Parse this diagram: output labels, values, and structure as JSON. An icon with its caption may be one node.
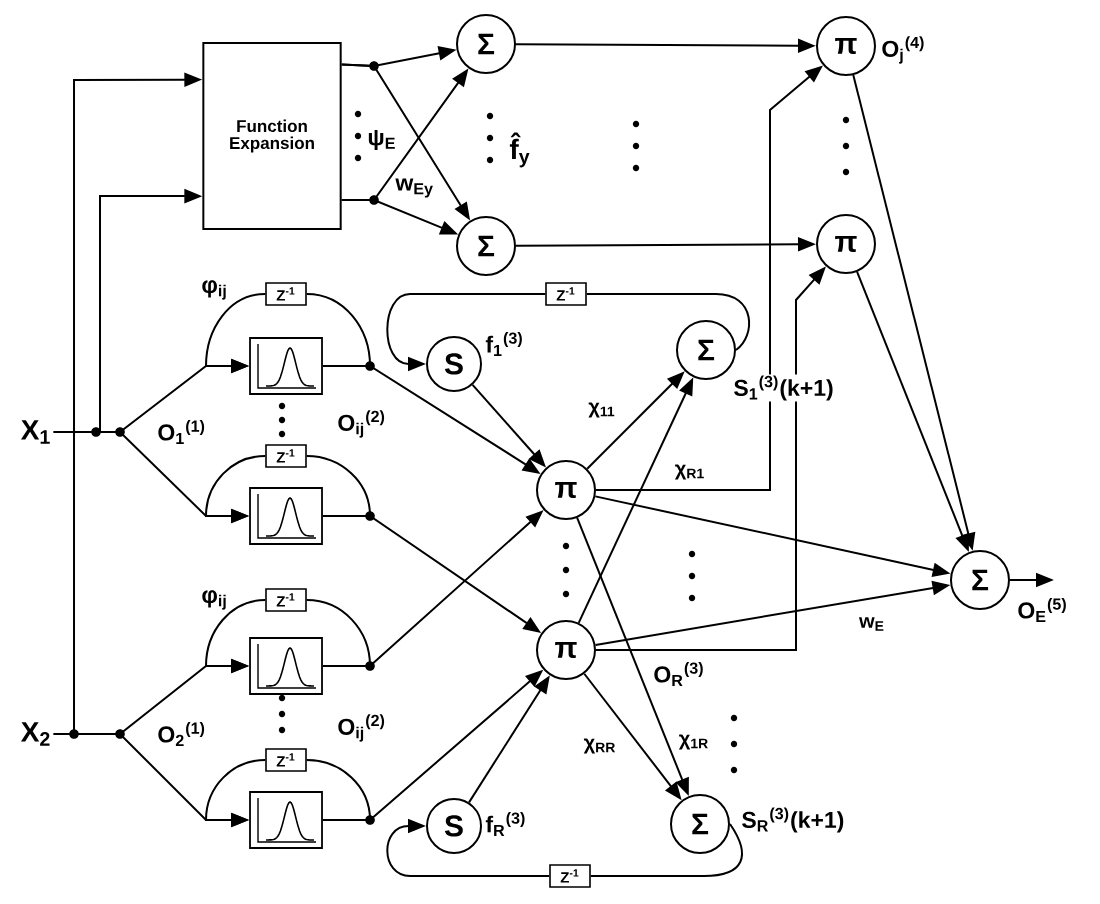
{
  "diagram": {
    "nodes": [
      {
        "text": [
          "X$_{1}$"
        ]
      },
      {
        "text": [
          "X$_{2}$"
        ]
      },
      {
        "text": [
          "Function Expansion"
        ]
      },
      {
        "text": [
          "Σ"
        ]
      },
      {
        "text": [
          "Σ"
        ]
      },
      {
        "text": [
          "π"
        ],
        "beside": [
          "O$_{j}$$^{(4)}$"
        ]
      },
      {
        "text": [
          "π"
        ]
      },
      {
        "text": [
          "Z$^{-1}$"
        ]
      },
      {
        "text": [],
        "shape": "box"
      },
      {
        "text": [
          "Z$^{-1}$"
        ]
      },
      {
        "text": [],
        "shape": "box"
      },
      {
        "text": [
          "Z$^{-1}$"
        ]
      },
      {
        "text": [],
        "shape": "box"
      },
      {
        "text": [
          "Z$^{-1}$"
        ]
      },
      {
        "text": [],
        "shape": "box"
      },
      {
        "text": [
          "S"
        ],
        "beside": [
          "f$_{1}$$^{(3)}$"
        ]
      },
      {
        "text": [
          "Z$^{-1}$"
        ]
      },
      {
        "text": [
          "Σ"
        ],
        "beside": [
          "S$_{1}$$^{(3)}$(k+1)"
        ]
      },
      {
        "text": [
          "π"
        ]
      },
      {
        "text": [
          "π"
        ]
      },
      {
        "text": [
          "Σ"
        ],
        "beside": [
          "S$_{R}$$^{(3)}$(k+1)"
        ]
      },
      {
        "text": [
          "S"
        ],
        "beside": [
          "f$_{R}$$^{(3)}$"
        ]
      },
      {
        "text": [
          "Z$^{-1}$"
        ]
      },
      {
        "text": [
          "Σ"
        ],
        "beside": [
          "O$_{E}$$^{(5)}$"
        ]
      }
    ],
    "edges": [
      {
        "from": 0,
        "to": 2,
        "arrow": "to"
      },
      {
        "from": 1,
        "to": 2,
        "arrow": "to"
      },
      {
        "from": 2,
        "to": 3,
        "arrow": "to"
      },
      {
        "from": 2,
        "to": 4,
        "arrow": "to"
      },
      {
        "from": 2,
        "to": 3,
        "arrow": "to"
      },
      {
        "from": 2,
        "to": 4,
        "arrow": "to"
      },
      {
        "from": 3,
        "to": 5,
        "arrow": "to"
      },
      {
        "from": 4,
        "to": 6,
        "arrow": "to"
      },
      {
        "from": 0,
        "to": 8,
        "arrow": "to"
      },
      {
        "from": 0,
        "to": 10,
        "arrow": "to"
      },
      {
        "from": 1,
        "to": 12,
        "arrow": "to"
      },
      {
        "from": 1,
        "to": 14,
        "arrow": "to"
      },
      {
        "from": 8,
        "to": 7,
        "arrow": "none"
      },
      {
        "from": 7,
        "to": 8,
        "arrow": "to"
      },
      {
        "from": 10,
        "to": 9,
        "arrow": "none"
      },
      {
        "from": 9,
        "to": 10,
        "arrow": "to"
      },
      {
        "from": 12,
        "to": 11,
        "arrow": "none"
      },
      {
        "from": 11,
        "to": 12,
        "arrow": "to"
      },
      {
        "from": 14,
        "to": 13,
        "arrow": "none"
      },
      {
        "from": 13,
        "to": 14,
        "arrow": "to"
      },
      {
        "from": 8,
        "to": 18,
        "arrow": "to"
      },
      {
        "from": 10,
        "to": 19,
        "arrow": "to"
      },
      {
        "from": 12,
        "to": 18,
        "arrow": "to"
      },
      {
        "from": 14,
        "to": 19,
        "arrow": "to"
      },
      {
        "from": 15,
        "to": 18,
        "arrow": "to"
      },
      {
        "from": 21,
        "to": 19,
        "arrow": "to"
      },
      {
        "from": 18,
        "to": 17,
        "arrow": "to",
        "label": "χ$_{11}$"
      },
      {
        "from": 19,
        "to": 17,
        "arrow": "to",
        "label": "χ$_{R1}$"
      },
      {
        "from": 18,
        "to": 20,
        "arrow": "to",
        "label": "χ$_{1R}$"
      },
      {
        "from": 19,
        "to": 20,
        "arrow": "to",
        "label": "χ$_{RR}$"
      },
      {
        "from": 17,
        "to": 16,
        "arrow": "none"
      },
      {
        "from": 16,
        "to": 15,
        "arrow": "to"
      },
      {
        "from": 20,
        "to": 22,
        "arrow": "none"
      },
      {
        "from": 22,
        "to": 21,
        "arrow": "to"
      },
      {
        "from": 18,
        "to": 5,
        "arrow": "to"
      },
      {
        "from": 19,
        "to": 6,
        "arrow": "to"
      },
      {
        "from": 18,
        "to": 23,
        "arrow": "to"
      },
      {
        "from": 19,
        "to": 23,
        "arrow": "to",
        "label": "w$_{E}$"
      },
      {
        "from": 5,
        "to": 23,
        "arrow": "to"
      },
      {
        "from": 6,
        "to": 23,
        "arrow": "to"
      },
      {
        "from": 23,
        "to": null,
        "arrow": "to"
      }
    ],
    "labels": [
      "ψ$_{E}$",
      "w$_{Ey}$",
      "f̂$_{y}$",
      "φ$_{ij}$",
      "O$_{1}$$^{(1)}$",
      "O$_{ij}$$^{(2)}$",
      "φ$_{ij}$",
      "O$_{2}$$^{(1)}$",
      "O$_{ij}$$^{(2)}$",
      "O$_{R}$$^{(3)}$"
    ]
  }
}
